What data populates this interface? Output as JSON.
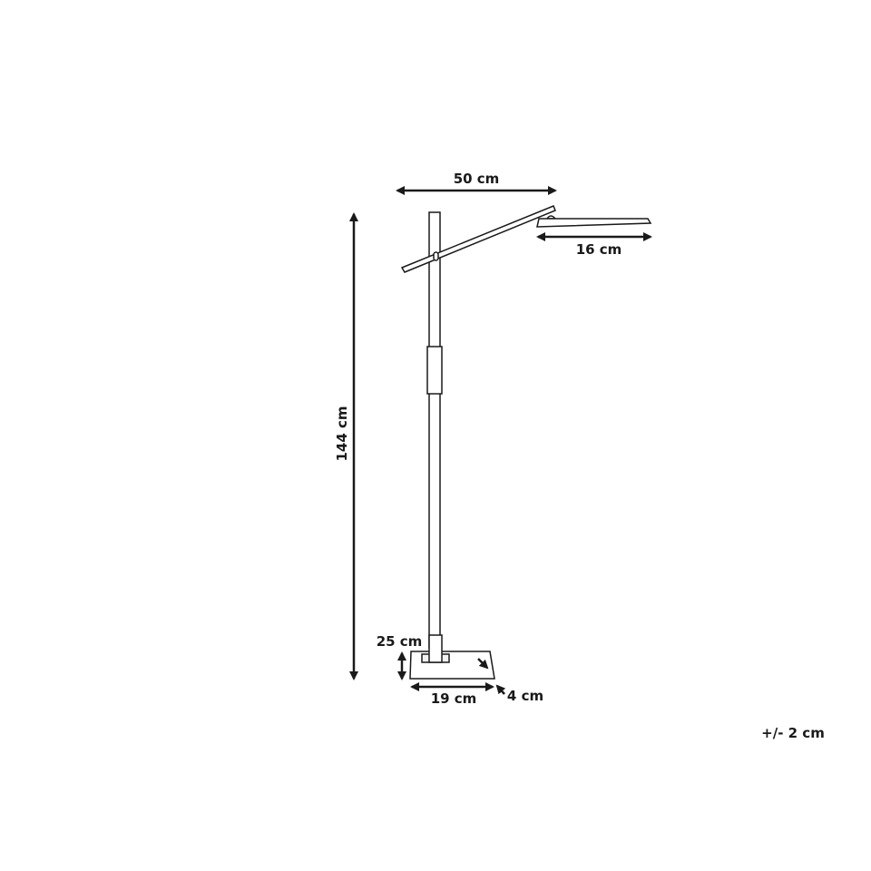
{
  "dimensions": {
    "arm_width": "50 cm",
    "head_width": "16 cm",
    "total_height": "144 cm",
    "base_height": "25 cm",
    "base_width": "19 cm",
    "base_depth": "4 cm"
  },
  "tolerance": "+/- 2 cm",
  "colors": {
    "line": "#1a1a1a",
    "fill": "#ffffff"
  }
}
